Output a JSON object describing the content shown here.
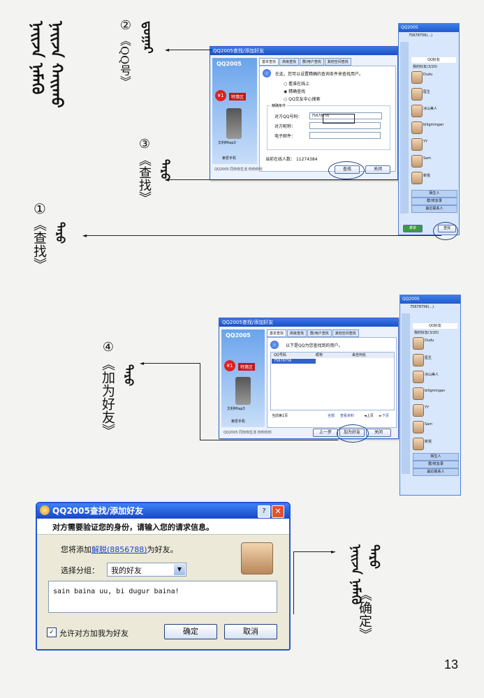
{
  "page_number": "13",
  "annotations": {
    "step2_num": "②",
    "step2_text": "《QQ号》",
    "step3_num": "③",
    "step3_text": "《查找》",
    "step1_num": "①",
    "step1_text": "《查找》",
    "step4_num": "④",
    "step4_text": "《加为好友》",
    "confirm_text": "《确定》"
  },
  "window1": {
    "title": "QQ2005查找/添加好友",
    "tabs": [
      "基本查找",
      "高级查找",
      "群/用户查找",
      "其他空间查找"
    ],
    "intro": "在此，您可以设置精确的查询条件来查找用户。",
    "radio_online": "看谁在线上",
    "radio_exact": "精确查找",
    "radio_center": "QQ交友中心搜索",
    "cond_title": "精确条件",
    "label_qq": "对方QQ号码：",
    "value_qq": "75678756",
    "label_nick": "对方昵称：",
    "label_email": "电子邮件：",
    "online_label": "当前在线人数：",
    "online_count": "11274384",
    "footer": "QQ2005 同你你生活 你你你你",
    "btn_find": "查找",
    "btn_close": "关闭",
    "ad_title": "特惠区",
    "ad_price": "¥1",
    "ad_item": "文利Mtap3",
    "ad_label": "索爱手机"
  },
  "window2": {
    "title": "QQ2005查找/添加好友",
    "tabs": [
      "基本查找",
      "高级查找",
      "群/用户查找",
      "其他空间查找"
    ],
    "intro": "以下是QQ为您查找到的用户。",
    "col_qq": "QQ号码",
    "col_nick": "昵称",
    "col_from": "来自何处",
    "row_qq": "75678756",
    "page_label": "当前第1页",
    "link_all": "全部",
    "link_info": "查看资料",
    "link_prev": "◄上页",
    "link_next": "►下页",
    "footer": "QQ2005 同你你生活 你你你你",
    "btn_prev": "上一步",
    "btn_add": "加为好友",
    "btn_close": "关闭",
    "ad_title": "特惠区",
    "ad_price": "¥1",
    "ad_item": "文利Mtap3",
    "ad_label": "索爱手机"
  },
  "qqpanel1": {
    "title": "QQ2005",
    "user": "75678756(...)",
    "group_title": "QQ好友",
    "group_mine": "我的好友(3/20)",
    "friends": [
      "Dudu",
      "医生",
      "冰山美人",
      "biligmingan",
      "YY",
      "Sam",
      "新悦"
    ],
    "btn_stranger": "陌生人",
    "btn_group": "群/校友录",
    "btn_recent": "最近联系人",
    "btn_menu": "菜单",
    "btn_find": "查找"
  },
  "qqpanel2": {
    "title": "QQ2005",
    "user": "75678756(...)",
    "group_title": "QQ好友",
    "group_mine": "我的好友(3/20)",
    "friends": [
      "Dudu",
      "医生",
      "冰山美人",
      "biligmingan",
      "YY",
      "Sam",
      "新悦"
    ],
    "btn_stranger": "陌生人",
    "btn_group": "群/校友录",
    "btn_recent": "最近联系人"
  },
  "dialog": {
    "title": "QQ2005查找/添加好友",
    "header": "对方需要验证您的身份，请输入您的请求信息。",
    "add_prefix": "您将添加",
    "add_name": "解脱",
    "add_qq": "(8856788)",
    "add_suffix": "为好友。",
    "group_label": "选择分组：",
    "group_value": "我的好友",
    "message": "sain baina uu, bi dugur baina!",
    "allow_label": "允许对方加我为好友",
    "btn_ok": "确定",
    "btn_cancel": "取消"
  }
}
